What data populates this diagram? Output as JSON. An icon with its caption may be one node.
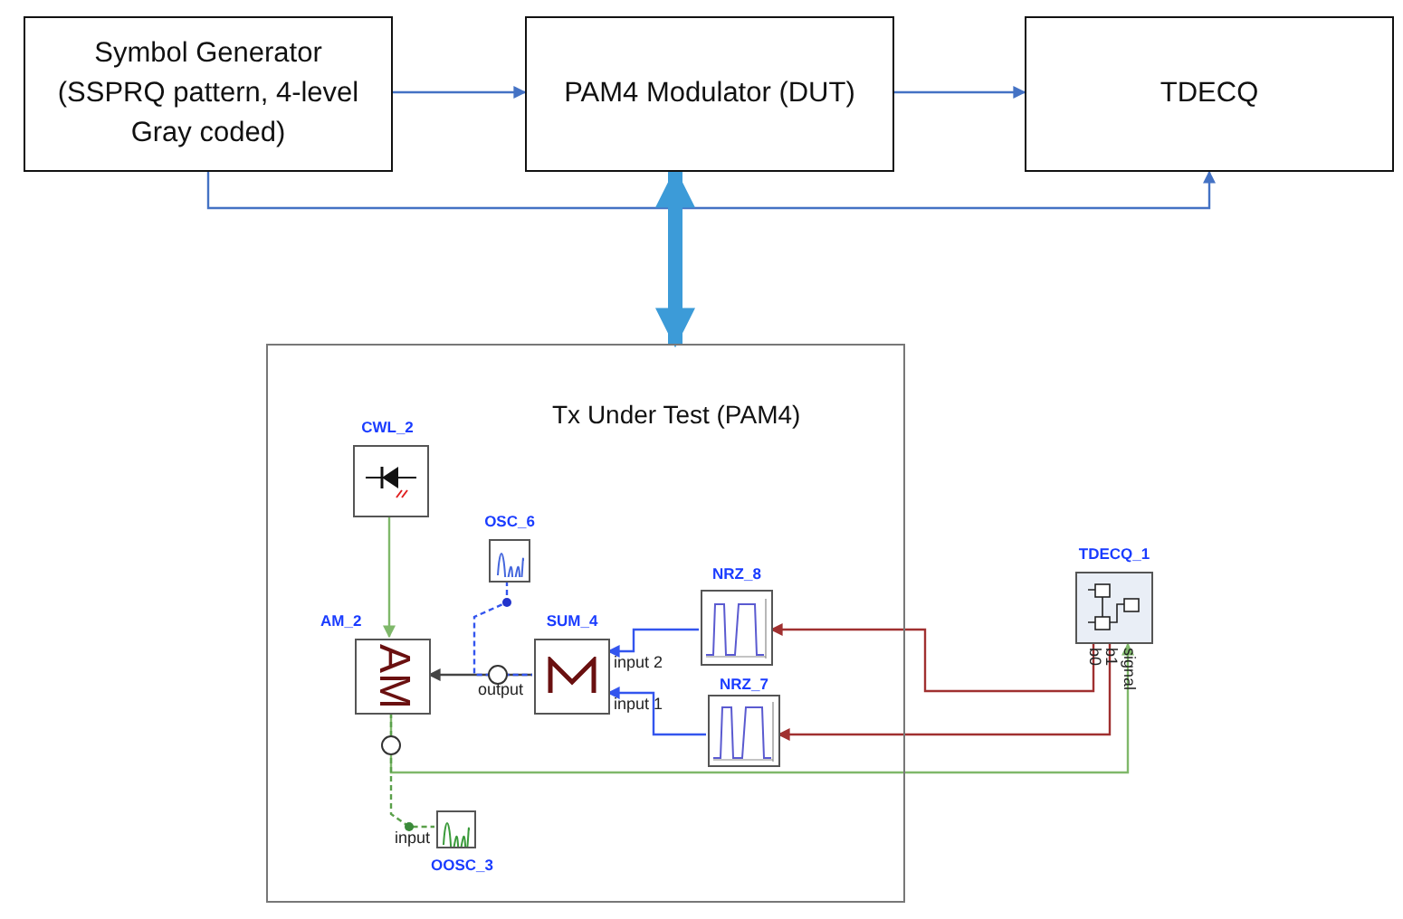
{
  "diagram": {
    "nodes": [
      {
        "text": [
          "Symbol Generator (SSPRQ pattern, 4-level Gray coded)"
        ]
      },
      {
        "text": [
          "PAM4 Modulator (DUT)"
        ]
      },
      {
        "text": [
          "TDECQ"
        ]
      },
      {
        "text": [
          "Tx Under Test (PAM4)"
        ]
      },
      {
        "text": [
          "CWL_2"
        ],
        "in": 3
      },
      {
        "text": [
          "OSC_6"
        ],
        "in": 3
      },
      {
        "text": [
          "AM_2",
          "AM"
        ],
        "in": 3
      },
      {
        "text": [
          "SUM_4"
        ],
        "in": 3
      },
      {
        "text": [
          "NRZ_8"
        ],
        "in": 3
      },
      {
        "text": [
          "NRZ_7"
        ],
        "in": 3
      },
      {
        "text": [
          "OOSC_3"
        ],
        "in": 3
      },
      {
        "text": [
          "TDECQ_1"
        ]
      }
    ],
    "edges": [
      {
        "from": 0,
        "to": 1,
        "arrow": "to"
      },
      {
        "from": 1,
        "to": 2,
        "arrow": "to"
      },
      {
        "from": 0,
        "to": 2,
        "arrow": "to"
      },
      {
        "from": 1,
        "to": 3,
        "arrow": "both",
        "style": "thick",
        "color": "#3c9bd8"
      },
      {
        "from": 4,
        "to": 6,
        "arrow": "to",
        "color": "#7fb86a"
      },
      {
        "from": 7,
        "to": 6,
        "arrow": "to",
        "color": "#444444"
      },
      {
        "from": 5,
        "to": 7,
        "arrow": "none",
        "style": "dashed",
        "color": "#3355ee"
      },
      {
        "from": 8,
        "to": 7,
        "arrow": "to",
        "color": "#3355ee"
      },
      {
        "from": 9,
        "to": 7,
        "arrow": "to",
        "color": "#3355ee"
      },
      {
        "from": 11,
        "to": 8,
        "arrow": "to",
        "color": "#a03030"
      },
      {
        "from": 11,
        "to": 9,
        "arrow": "to",
        "color": "#a03030"
      },
      {
        "from": 6,
        "to": 11,
        "arrow": "to",
        "color": "#7fb86a"
      },
      {
        "from": 6,
        "to": 10,
        "arrow": "none",
        "style": "dashed",
        "color": "#5aa04a"
      }
    ],
    "labels": [
      "input 2",
      "b0",
      "b1",
      "signal",
      "output",
      "input 1",
      "input"
    ]
  }
}
